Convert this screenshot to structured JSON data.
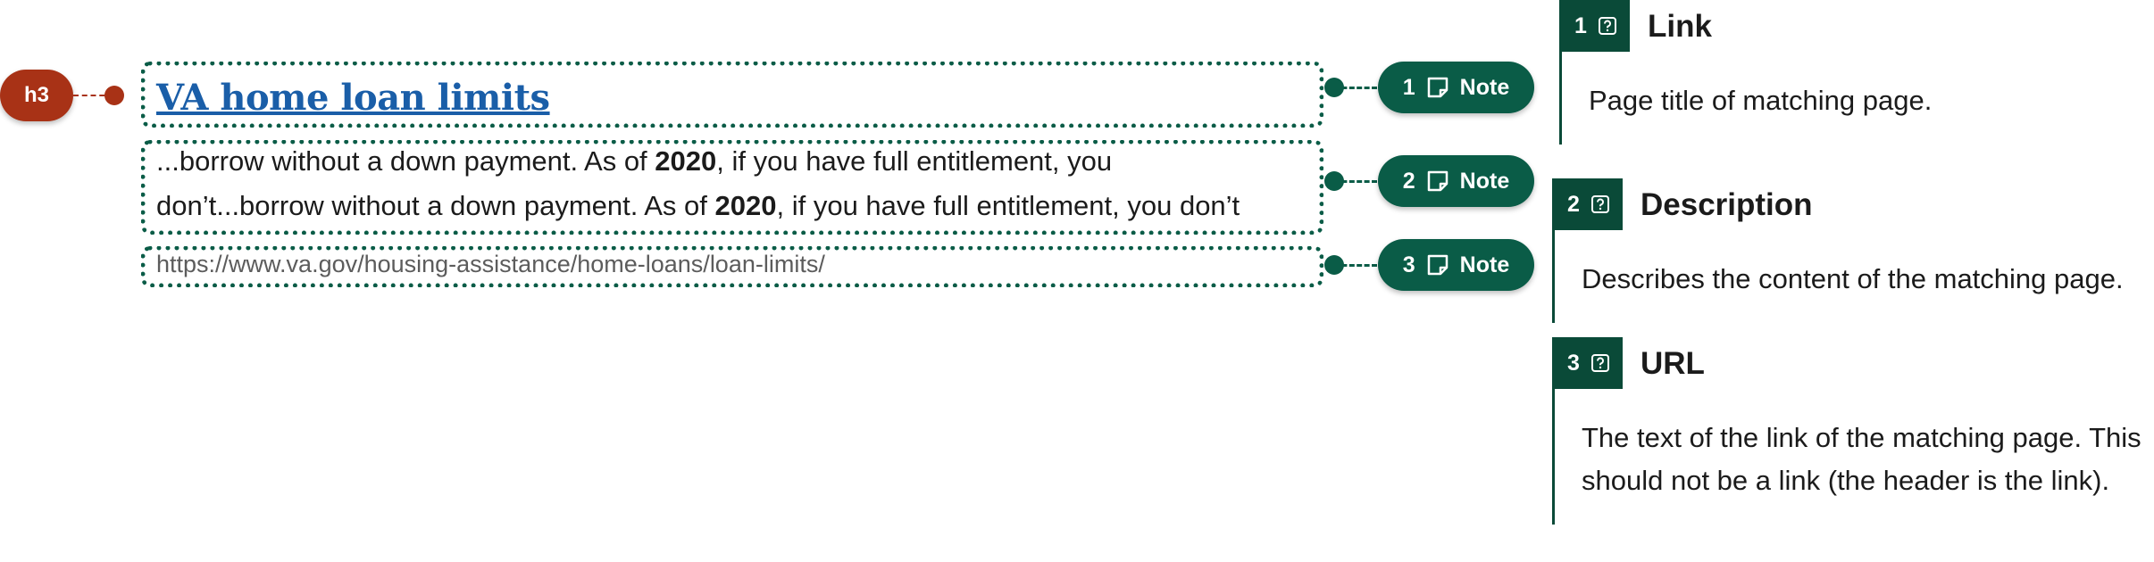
{
  "heading_badge": "h3",
  "result": {
    "title": "VA home loan limits",
    "desc_line1": {
      "before": "...borrow without a down payment. As of ",
      "bold": "2020",
      "after": ", if you have full entitlement, you"
    },
    "desc_line2": {
      "before": "don’t...borrow without a down payment. As of ",
      "bold": "2020",
      "after": ", if you have full entitlement, you don’t"
    },
    "url": "https://www.va.gov/housing-assistance/home-loans/loan-limits/"
  },
  "notes": [
    {
      "number": "1",
      "label": "Note"
    },
    {
      "number": "2",
      "label": "Note"
    },
    {
      "number": "3",
      "label": "Note"
    }
  ],
  "panels": [
    {
      "number": "1",
      "title": "Link",
      "body": "Page title of matching page."
    },
    {
      "number": "2",
      "title": "Description",
      "body": "Describes the content of the matching page."
    },
    {
      "number": "3",
      "title": "URL",
      "body": "The text of the link of the matching page. This should not be a link (the header is the link)."
    }
  ],
  "colors": {
    "accent": "#0a5c47",
    "heading": "#a83216",
    "link": "#1a5ea8"
  }
}
